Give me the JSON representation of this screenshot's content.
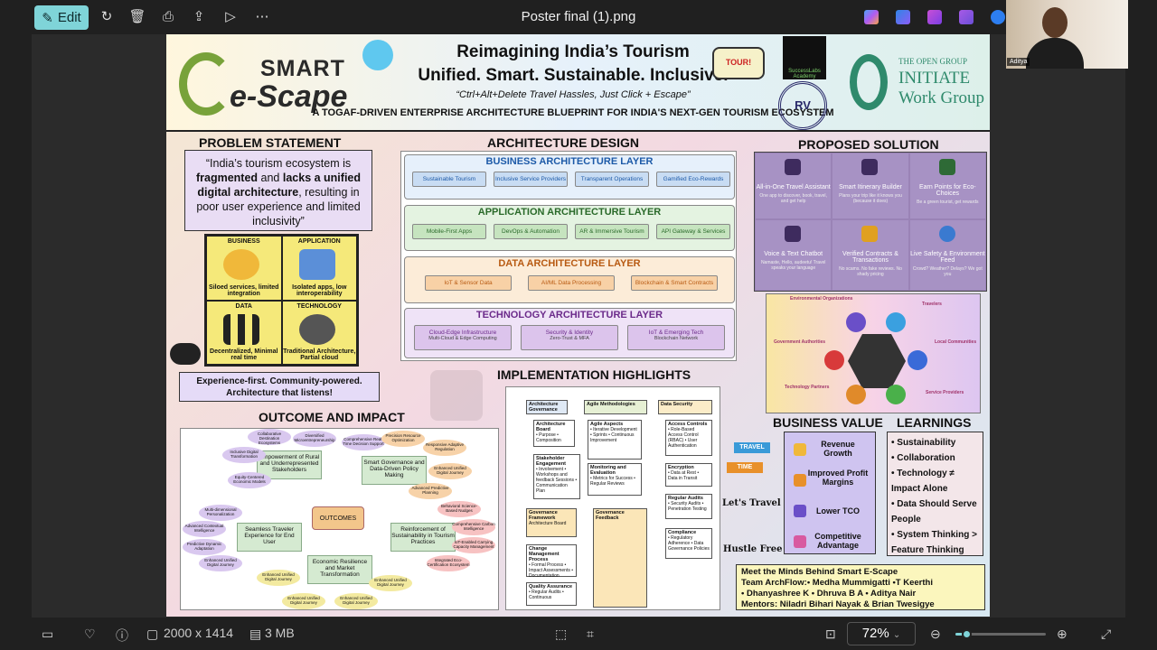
{
  "toolbar": {
    "edit_label": "Edit",
    "file_title": "Poster final (1).png"
  },
  "icons": {
    "edit": "edit-icon",
    "rotate": "rotate-icon",
    "delete": "trash-icon",
    "print": "print-icon",
    "share": "share-icon",
    "slideshow": "slideshow-icon",
    "more": "more-icon",
    "copilot": "copilot-icon",
    "designer": "designer-icon",
    "clipchamp": "clipchamp-icon",
    "video": "video-icon",
    "onedrive": "onedrive-icon"
  },
  "webcam": {
    "name": "Aditya"
  },
  "poster": {
    "logo_smart": "SMART",
    "logo_escape": "e-Scape",
    "title_line1": "Reimagining India’s Tourism",
    "title_line2": "Unified. Smart. Sustainable. Inclusive.",
    "tagline": "“Ctrl+Alt+Delete Travel Hassles, Just Click + Escape”",
    "subtitle": "A TOGAF-DRIVEN ENTERPRISE ARCHITECTURE BLUEPRINT FOR INDIA'S NEXT-GEN TOURISM ECOSYSTEM",
    "tour_badge": "TOUR!",
    "successlabs": "SuccessLabs Academy",
    "rv": "RV",
    "open_group": "THE OPEN GROUP",
    "initiate": "INITIATE",
    "work_group": "Work Group",
    "problem_heading": "PROBLEM STATEMENT",
    "problem_text_1": "“India’s tourism ecosystem is ",
    "problem_bold_1": "fragmented",
    "problem_text_2": " and ",
    "problem_bold_2": "lacks a unified digital architecture",
    "problem_text_3": ", resulting in poor user experience and limited inclusivity”",
    "problems": [
      {
        "head": "BUSINESS",
        "text": "Siloed services, limited integration"
      },
      {
        "head": "APPLICATION",
        "text": "Isolated apps, low interoperability"
      },
      {
        "head": "DATA",
        "text": "Decentralized, Minimal real time"
      },
      {
        "head": "TECHNOLOGY",
        "text": "Traditional Architecture, Partial cloud"
      }
    ],
    "experience_line1": "Experience-first. Community-powered.",
    "experience_line2": "Architecture that listens!",
    "arch_heading": "ARCHITECTURE DESIGN",
    "layers": [
      {
        "name": "BUSINESS ARCHITECTURE LAYER",
        "items": [
          "Sustainable Tourism",
          "Inclusive Service Providers",
          "Transparent Operations",
          "Gamified Eco-Rewards"
        ]
      },
      {
        "name": "APPLICATION ARCHITECTURE LAYER",
        "items": [
          "Mobile-First Apps",
          "DevOps & Automation",
          "AR & Immersive Tourism",
          "API Gateway & Services"
        ]
      },
      {
        "name": "DATA ARCHITECTURE LAYER",
        "items": [
          "IoT & Sensor Data",
          "AI/ML Data Processing",
          "Blockchain & Smart Contracts"
        ]
      },
      {
        "name": "TECHNOLOGY ARCHITECTURE LAYER",
        "items": [
          "Cloud-Edge Infrastructure",
          "Security & Identity",
          "IoT & Emerging Tech"
        ],
        "subs": [
          "Multi-Cloud & Edge Computing",
          "Zero-Trust & MFA",
          "Blockchain Network"
        ]
      }
    ],
    "solution_heading": "PROPOSED SOLUTION",
    "solutions": [
      {
        "title": "All-in-One Travel Assistant",
        "desc": "One app to discover, book, travel, and get help"
      },
      {
        "title": "Smart Itinerary Builder",
        "desc": "Plans your trip like it knows you (because it does)"
      },
      {
        "title": "Earn Points for Eco-Choices",
        "desc": "Be a green tourist, get rewards"
      },
      {
        "title": "Voice & Text Chatbot",
        "desc": "Namaste, Hello, audeetu! Travel speaks your language"
      },
      {
        "title": "Verified Contracts & Transactions",
        "desc": "No scams. No fake reviews. No shady pricing"
      },
      {
        "title": "Live Safety & Environment Feed",
        "desc": "Crowd? Weather? Delays? We got you"
      }
    ],
    "stakeholders": [
      "Environmental Organizations",
      "Travelers",
      "Government Authorities",
      "Local Communities",
      "Technology Partners",
      "Service Providers"
    ],
    "impl_heading": "IMPLEMENTATION HIGHLIGHTS",
    "impl": {
      "gov": "Architecture Governance",
      "agile": "Agile Methodologies",
      "security": "Data Security",
      "board": "Architecture Board",
      "board_items": "• Purpose • Composition",
      "aspects": "Agile Aspects",
      "aspects_items": "• Iterative Development • Sprints • Continuous Improvement",
      "access": "Access Controls",
      "access_items": "• Role-Based Access Control (RBAC) • User Authentication",
      "stake": "Stakeholder Engagement",
      "stake_items": "• Involvement • Workshops and feedback Sessions • Communication Plan",
      "monitor": "Monitoring and Evaluation",
      "monitor_items": "• Metrics for Success • Regular Reviews",
      "encrypt": "Encryption",
      "encrypt_items": "• Data at Rest • Data in Transit",
      "framework": "Governance Framework",
      "framework_items": "Architecture Board",
      "change": "Change Management Process",
      "change_items": "• Formal Process • Impact Assessments • Documentation",
      "feedback": "Governance Feedback",
      "audit": "Regular Audits",
      "audit_items": "• Security Audits • Penetration Testing",
      "compliance": "Compliance",
      "compliance_items": "• Regulatory Adherence • Data Governance Policies",
      "quality": "Quality Assurance",
      "quality_items": "• Regular Audits • Continuous"
    },
    "outcome_heading": "OUTCOME AND IMPACT",
    "outcome_center": "OUTCOMES",
    "outcome_nodes": [
      "Empowerment of Rural and Underrepresented Stakeholders",
      "Smart Governance and Data-Driven Policy Making",
      "Seamless Traveler Experience for End User",
      "Reinforcement of Sustainability in Tourism Practices",
      "Economic Resilience and Market Transformation"
    ],
    "outcome_bubbles": [
      "Collaborative Destination Ecosystems",
      "Diversified Microentrepreneurship",
      "Inclusive Digital Transformation",
      "Equity-Centered Economic Models",
      "Comprehensive Real-Time Decision Support",
      "Precision Resource Optimization",
      "Responsive Adaptive Regulation",
      "Enhanced Unified Digital Journey",
      "Advanced Predictive Planning",
      "Multi-dimensional Personalization",
      "Advanced Contextual Intelligence",
      "Predictive Dynamic Adaptation",
      "Enhanced Unified Digital Journey",
      "Behavioral Science-Based Nudges",
      "Comprehensive Carbon Intelligence",
      "IoT-Enabled Carrying Capacity Management",
      "Integrated Eco-Certification Ecosystem",
      "Enhanced Unified Digital Journey",
      "Enhanced Unified Digital Journey",
      "Enhanced Unified Digital Journey",
      "Enhanced Unified Digital Journey"
    ],
    "travel_sign1": "TRAVEL",
    "travel_sign2": "TIME",
    "lets_travel": "Let's Travel",
    "hustle_free": "Hustle Free",
    "bv_heading": "BUSINESS VALUE",
    "bv_items": [
      "Revenue Growth",
      "Improved Profit Margins",
      "Lower TCO",
      "Competitive Advantage"
    ],
    "learn_heading": "LEARNINGS",
    "learnings": [
      "Sustainability",
      "Collaboration",
      "Technology ≠ Impact Alone",
      "Data Should Serve People",
      "System Thinking > Feature Thinking"
    ],
    "meet_title": "Meet the Minds Behind Smart E-Scape",
    "meet_team": "Team ArchFlow:•  Medha Mummigatti •T Keerthi",
    "meet_team2": "• Dhanyashree K • Dhruva B A • Aditya Nair",
    "meet_mentors": "Mentors:  Niladri Bihari Nayak & Brian Twesigye"
  },
  "status": {
    "dimensions": "2000 x 1414",
    "size": "3 MB",
    "zoom": "72%",
    "zoom_level": 0.12
  }
}
